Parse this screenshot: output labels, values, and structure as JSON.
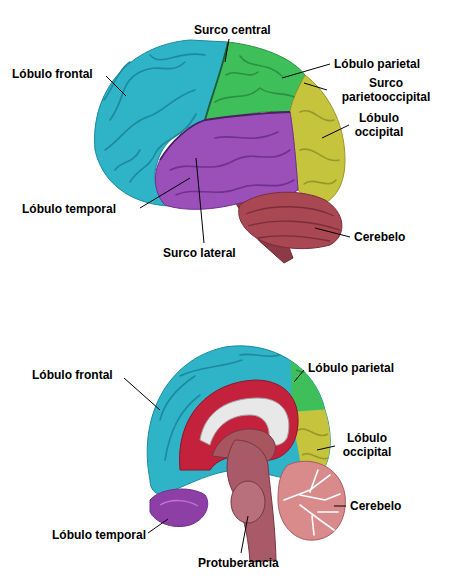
{
  "diagram": {
    "labels": [
      "Lóbulo frontal",
      "Surco central",
      "Lóbulo parietal",
      "Surco parietooccipital",
      "Lóbulo occipital",
      "Lóbulo temporal",
      "Cerebelo",
      "Surco lateral",
      "Lóbulo frontal",
      "Lóbulo parietal",
      "Lóbulo occipital",
      "Cerebelo",
      "Lóbulo temporal",
      "Protuberancia"
    ]
  }
}
